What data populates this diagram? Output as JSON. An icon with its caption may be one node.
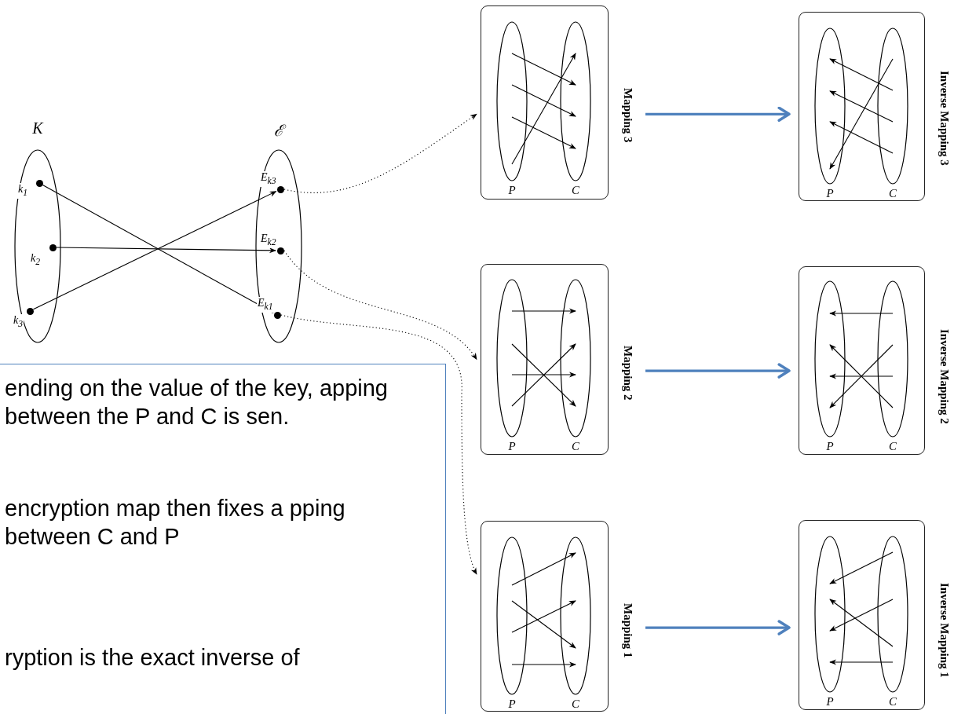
{
  "diagram": {
    "nodes": [
      {
        "text": [
          "K"
        ]
      },
      {
        "text": [
          "k$_{1}$"
        ],
        "in": 0
      },
      {
        "text": [
          "k$_{2}$"
        ],
        "in": 0
      },
      {
        "text": [
          "k$_{3}$"
        ],
        "in": 0
      },
      {
        "text": [
          "ℰ"
        ]
      },
      {
        "text": [
          "E$_{k3}$"
        ],
        "in": 4
      },
      {
        "text": [
          "E$_{k2}$"
        ],
        "in": 4
      },
      {
        "text": [
          "E$_{k1}$"
        ],
        "in": 4
      },
      {
        "text": [
          "ending on the value of the key, apping between the P and C is sen.",
          "encryption map then fixes a pping between C and P",
          "ryption is the exact inverse of"
        ]
      },
      {
        "text": [
          "Mapping 3"
        ]
      },
      {
        "text": [
          "P"
        ],
        "in": 9
      },
      {
        "text": [
          "C"
        ],
        "in": 9
      },
      {
        "text": [
          "Inverse Mapping 3"
        ]
      },
      {
        "text": [
          "P"
        ],
        "in": 12
      },
      {
        "text": [
          "C"
        ],
        "in": 12
      },
      {
        "text": [
          "Mapping 2"
        ]
      },
      {
        "text": [
          "P"
        ],
        "in": 15
      },
      {
        "text": [
          "C"
        ],
        "in": 15
      },
      {
        "text": [
          "Inverse Mapping 2"
        ]
      },
      {
        "text": [
          "P"
        ],
        "in": 18
      },
      {
        "text": [
          "C"
        ],
        "in": 18
      },
      {
        "text": [
          "Mapping 1"
        ]
      },
      {
        "text": [
          "P"
        ],
        "in": 21
      },
      {
        "text": [
          "C"
        ],
        "in": 21
      },
      {
        "text": [
          "Inverse Mapping 1"
        ]
      },
      {
        "text": [
          "P"
        ],
        "in": 24
      },
      {
        "text": [
          "C"
        ],
        "in": 24
      }
    ],
    "edges": [
      {
        "from": 1,
        "to": 7,
        "arrow": "to"
      },
      {
        "from": 2,
        "to": 6,
        "arrow": "to"
      },
      {
        "from": 3,
        "to": 5,
        "arrow": "to"
      },
      {
        "from": 5,
        "to": 9,
        "arrow": "to",
        "style": "dashed"
      },
      {
        "from": 6,
        "to": 15,
        "arrow": "to",
        "style": "dashed"
      },
      {
        "from": 7,
        "to": 21,
        "arrow": "to",
        "style": "dashed"
      },
      {
        "from": 9,
        "to": 12,
        "arrow": "to",
        "style": "thick",
        "color": "#4f81bd"
      },
      {
        "from": 15,
        "to": 18,
        "arrow": "to",
        "style": "thick",
        "color": "#4f81bd"
      },
      {
        "from": 21,
        "to": 24,
        "arrow": "to",
        "style": "thick",
        "color": "#4f81bd"
      },
      {
        "from": 10,
        "to": 11,
        "arrow": "to"
      },
      {
        "from": 10,
        "to": 11,
        "arrow": "to"
      },
      {
        "from": 10,
        "to": 11,
        "arrow": "to"
      },
      {
        "from": 10,
        "to": 11,
        "arrow": "to"
      },
      {
        "from": 14,
        "to": 13,
        "arrow": "to"
      },
      {
        "from": 14,
        "to": 13,
        "arrow": "to"
      },
      {
        "from": 14,
        "to": 13,
        "arrow": "to"
      },
      {
        "from": 14,
        "to": 13,
        "arrow": "to"
      },
      {
        "from": 16,
        "to": 17,
        "arrow": "to"
      },
      {
        "from": 16,
        "to": 17,
        "arrow": "to"
      },
      {
        "from": 16,
        "to": 17,
        "arrow": "to"
      },
      {
        "from": 16,
        "to": 17,
        "arrow": "to"
      },
      {
        "from": 20,
        "to": 19,
        "arrow": "to"
      },
      {
        "from": 20,
        "to": 19,
        "arrow": "to"
      },
      {
        "from": 20,
        "to": 19,
        "arrow": "to"
      },
      {
        "from": 20,
        "to": 19,
        "arrow": "to"
      },
      {
        "from": 22,
        "to": 23,
        "arrow": "to"
      },
      {
        "from": 22,
        "to": 23,
        "arrow": "to"
      },
      {
        "from": 22,
        "to": 23,
        "arrow": "to"
      },
      {
        "from": 22,
        "to": 23,
        "arrow": "to"
      },
      {
        "from": 26,
        "to": 25,
        "arrow": "to"
      },
      {
        "from": 26,
        "to": 25,
        "arrow": "to"
      },
      {
        "from": 26,
        "to": 25,
        "arrow": "to"
      },
      {
        "from": 26,
        "to": 25,
        "arrow": "to"
      }
    ]
  }
}
